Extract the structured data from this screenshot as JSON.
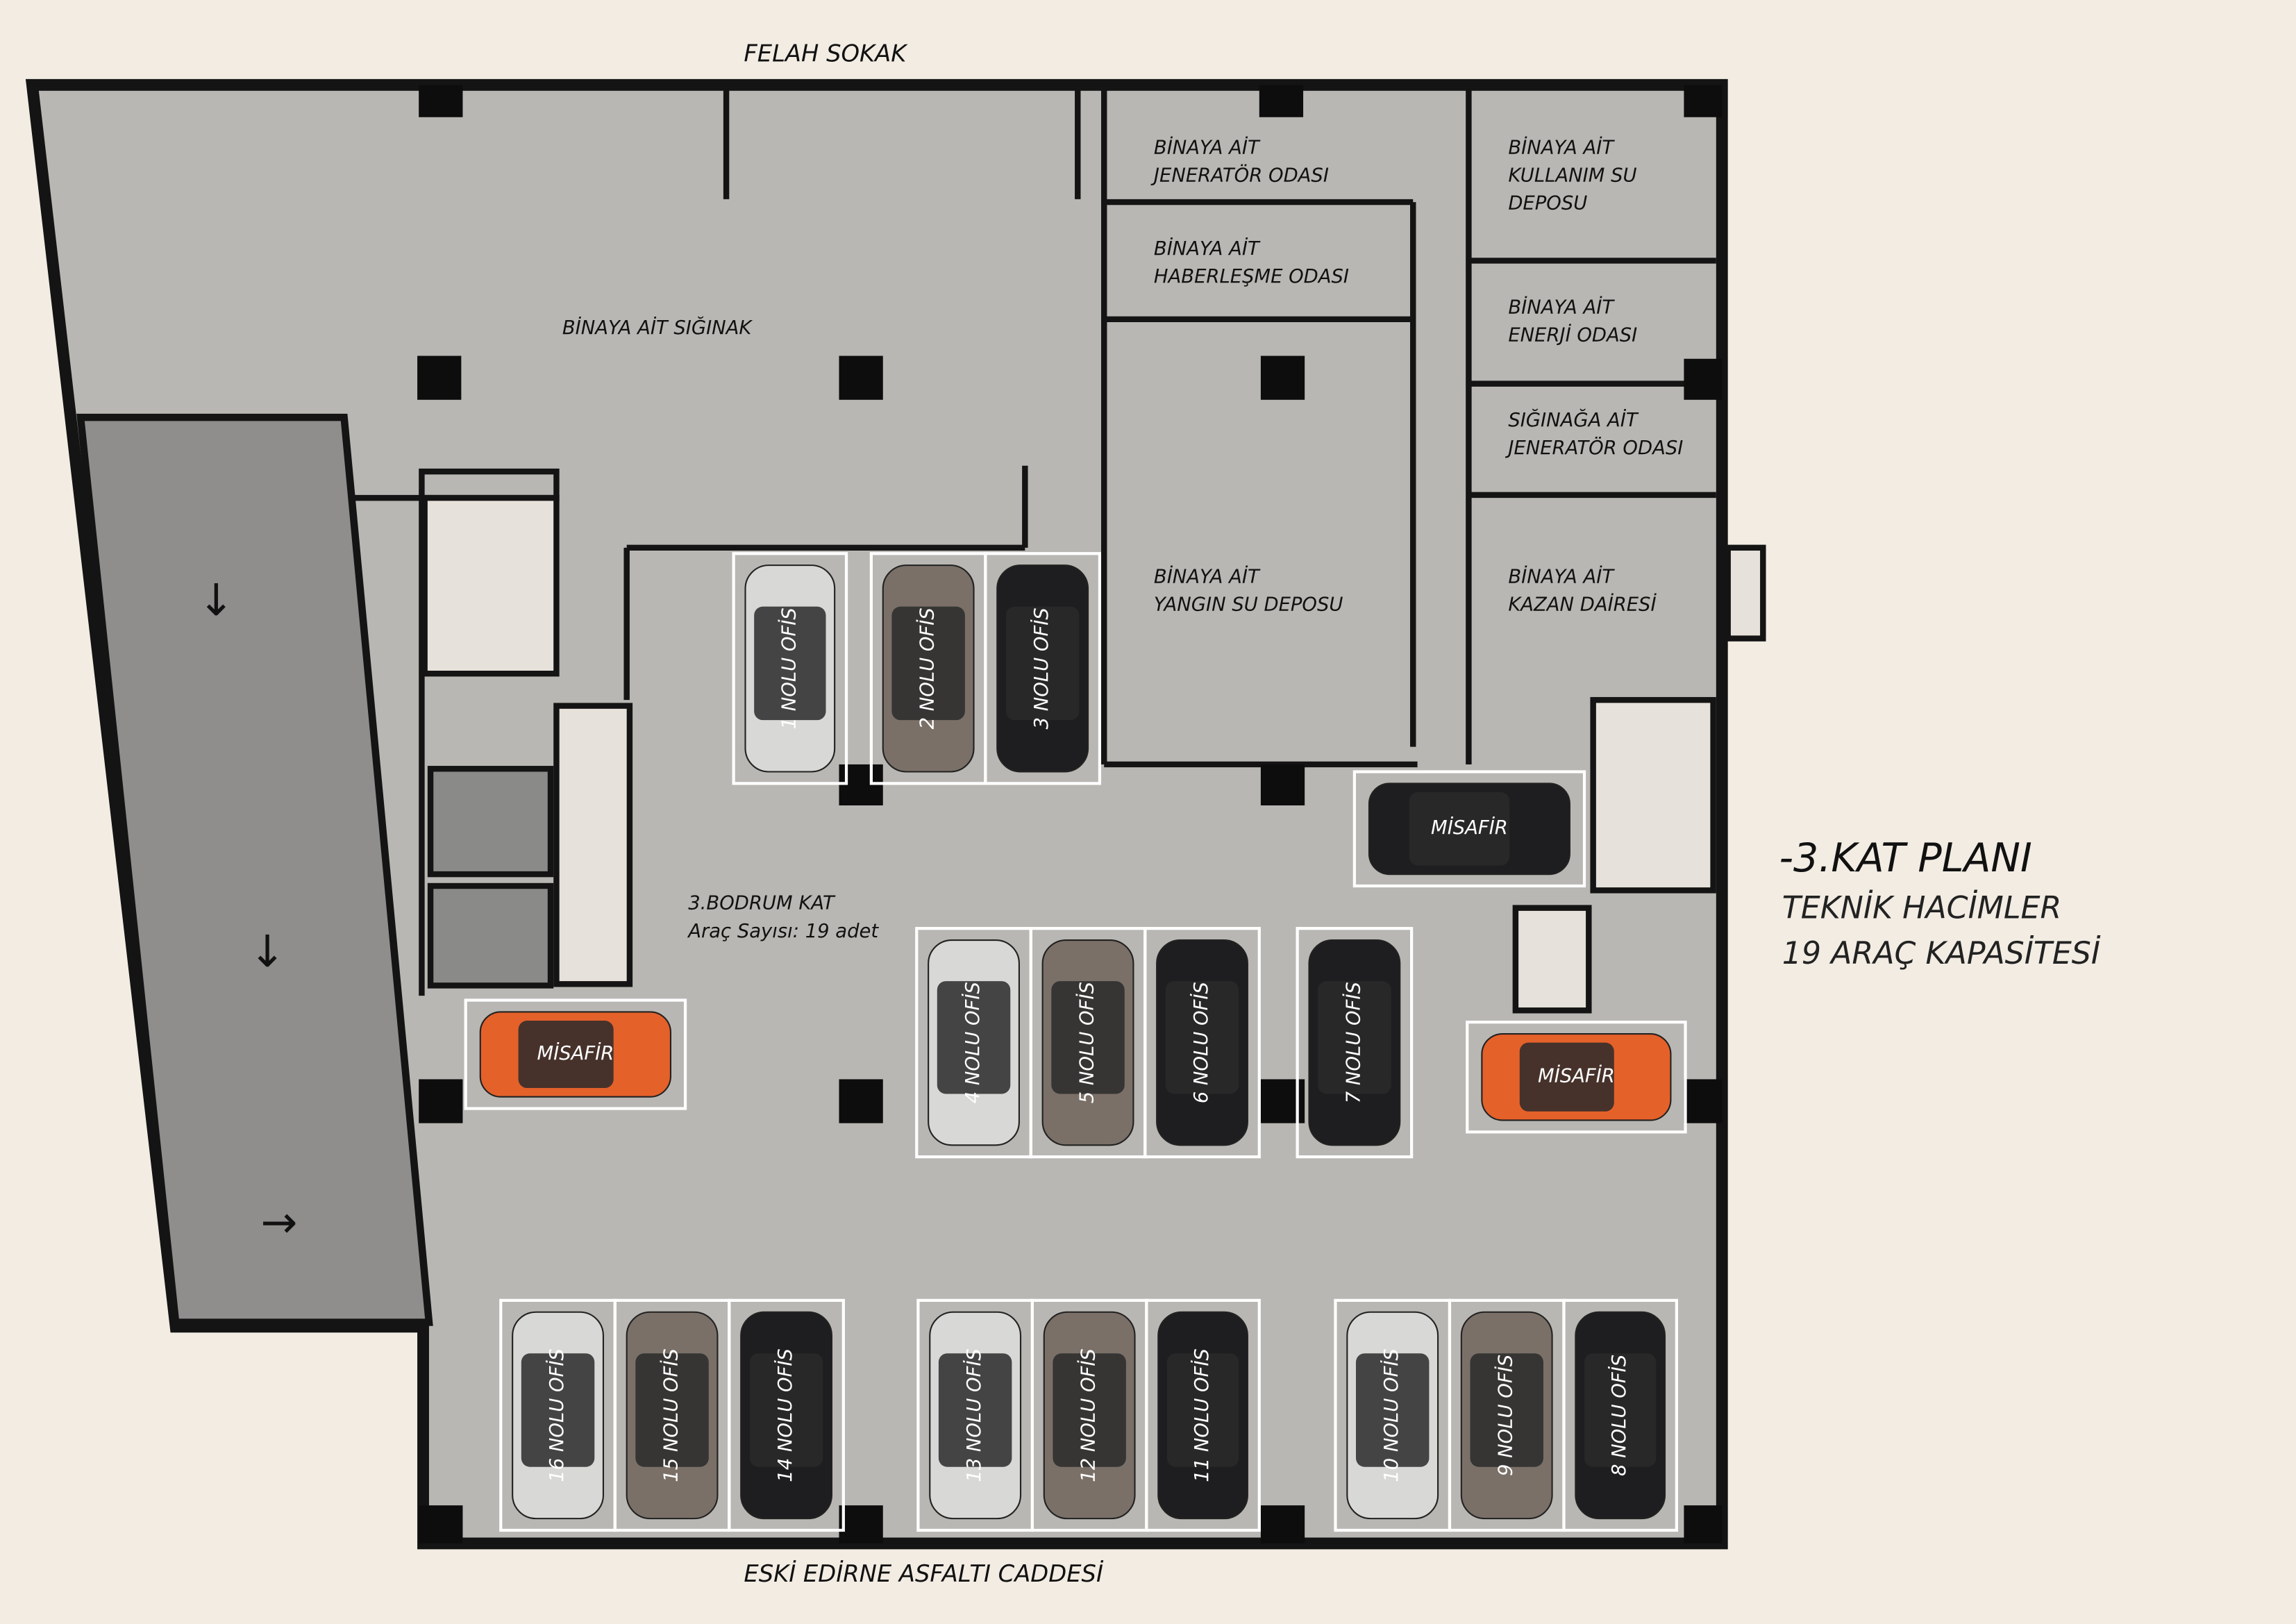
{
  "streets": {
    "top": "FELAH SOKAK",
    "bottom": "ESKİ EDİRNE ASFALTI CADDESİ"
  },
  "title": {
    "main": "-3.KAT PLANI",
    "line2": "TEKNİK HACİMLER",
    "line3": "19 ARAÇ KAPASİTESİ"
  },
  "floor_info": {
    "name": "3.BODRUM KAT",
    "count": "Araç Sayısı: 19 adet"
  },
  "rooms": [
    {
      "l1": "BİNAYA AİT SIĞINAK"
    },
    {
      "l1": "BİNAYA AİT",
      "l2": "JENERATÖR ODASI"
    },
    {
      "l1": "BİNAYA AİT",
      "l2": "HABERLEŞME ODASI"
    },
    {
      "l1": "BİNAYA AİT",
      "l2": "YANGIN SU DEPOSU"
    },
    {
      "l1": "BİNAYA AİT",
      "l2": "KULLANIM SU",
      "l3": "DEPOSU"
    },
    {
      "l1": "BİNAYA AİT",
      "l2": "ENERJİ ODASI"
    },
    {
      "l1": "SIĞINAĞA AİT",
      "l2": "JENERATÖR ODASI"
    },
    {
      "l1": "BİNAYA AİT",
      "l2": "KAZAN DAİRESİ"
    }
  ],
  "parking": [
    {
      "label": "1 NOLU OFİS",
      "color": "#d8d8d6"
    },
    {
      "label": "2 NOLU OFİS",
      "color": "#7a7068"
    },
    {
      "label": "3 NOLU OFİS",
      "color": "#1e1e20"
    },
    {
      "label": "MİSAFİR",
      "color": "#1e1e20"
    },
    {
      "label": "4 NOLU OFİS",
      "color": "#d8d8d6"
    },
    {
      "label": "5 NOLU OFİS",
      "color": "#7a7068"
    },
    {
      "label": "6 NOLU OFİS",
      "color": "#1e1e20"
    },
    {
      "label": "7 NOLU OFİS",
      "color": "#1e1e20"
    },
    {
      "label": "MİSAFİR",
      "color": "#e5612a"
    },
    {
      "label": "MİSAFİR",
      "color": "#e5612a"
    },
    {
      "label": "16 NOLU OFİS",
      "color": "#d8d8d6"
    },
    {
      "label": "15 NOLU OFİS",
      "color": "#7a7068"
    },
    {
      "label": "14 NOLU OFİS",
      "color": "#1e1e20"
    },
    {
      "label": "13 NOLU OFİS",
      "color": "#d8d8d6"
    },
    {
      "label": "12 NOLU OFİS",
      "color": "#7a7068"
    },
    {
      "label": "11 NOLU OFİS",
      "color": "#1e1e20"
    },
    {
      "label": "10 NOLU OFİS",
      "color": "#d8d8d6"
    },
    {
      "label": "9 NOLU OFİS",
      "color": "#7a7068"
    },
    {
      "label": "8 NOLU OFİS",
      "color": "#1e1e20"
    }
  ],
  "colors": {
    "floor": "#b9b7b3",
    "ramp": "#8f8e8c",
    "wall": "#141414",
    "background": "#f2ece3"
  }
}
